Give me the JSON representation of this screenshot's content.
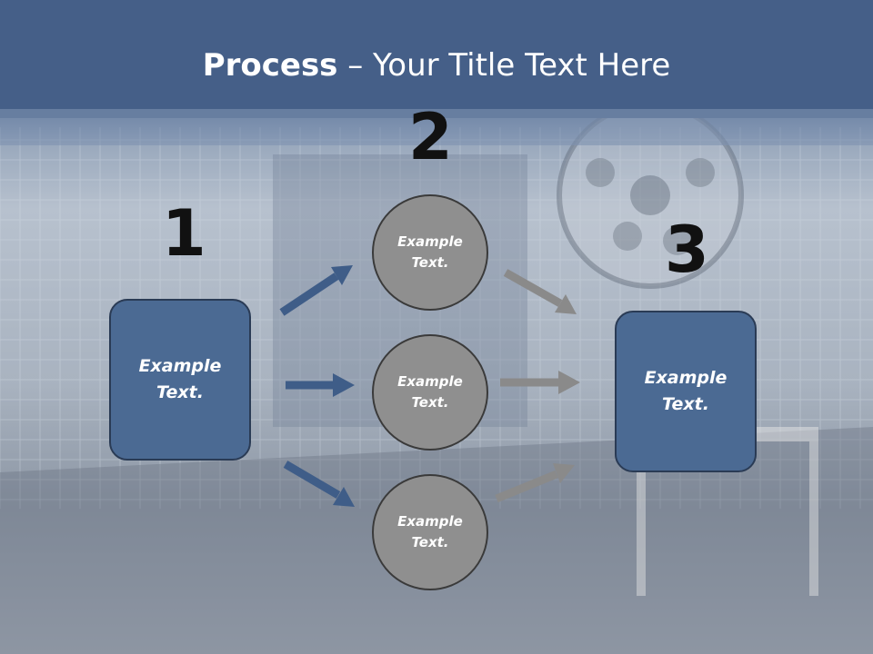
{
  "title": {
    "bold": "Process",
    "rest": " – Your Title Text Here"
  },
  "steps": [
    {
      "number": "1",
      "text": "Example Text."
    },
    {
      "number": "2"
    },
    {
      "number": "3",
      "text": "Example Text."
    }
  ],
  "circles": [
    {
      "text": "Example Text."
    },
    {
      "text": "Example Text."
    },
    {
      "text": "Example Text."
    }
  ],
  "colors": {
    "box_fill": "#4b6a93",
    "circle_fill": "#8f8f8f",
    "arrow_blue": "#3f5d88",
    "arrow_gray": "#8a8a8a",
    "header": "#4a6690"
  }
}
